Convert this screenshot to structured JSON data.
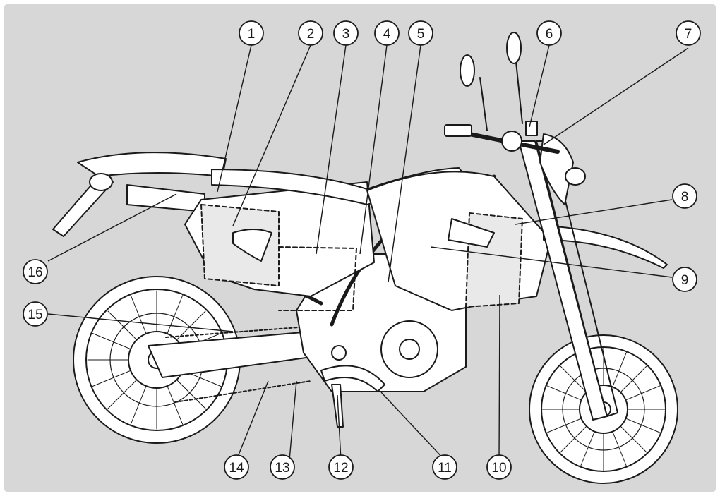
{
  "diagram": {
    "colors": {
      "panel": "#d7d7d7",
      "frame": "#ffffff",
      "line": "#1a1a1a",
      "fill": "#ffffff",
      "highlight": "#e9e9e9"
    },
    "callouts": [
      {
        "id": "1",
        "label": "1"
      },
      {
        "id": "2",
        "label": "2"
      },
      {
        "id": "3",
        "label": "3"
      },
      {
        "id": "4",
        "label": "4"
      },
      {
        "id": "5",
        "label": "5"
      },
      {
        "id": "6",
        "label": "6"
      },
      {
        "id": "7",
        "label": "7"
      },
      {
        "id": "8",
        "label": "8"
      },
      {
        "id": "9",
        "label": "9"
      },
      {
        "id": "10",
        "label": "10"
      },
      {
        "id": "11",
        "label": "11"
      },
      {
        "id": "12",
        "label": "12"
      },
      {
        "id": "13",
        "label": "13"
      },
      {
        "id": "14",
        "label": "14"
      },
      {
        "id": "15",
        "label": "15"
      },
      {
        "id": "16",
        "label": "16"
      }
    ]
  }
}
